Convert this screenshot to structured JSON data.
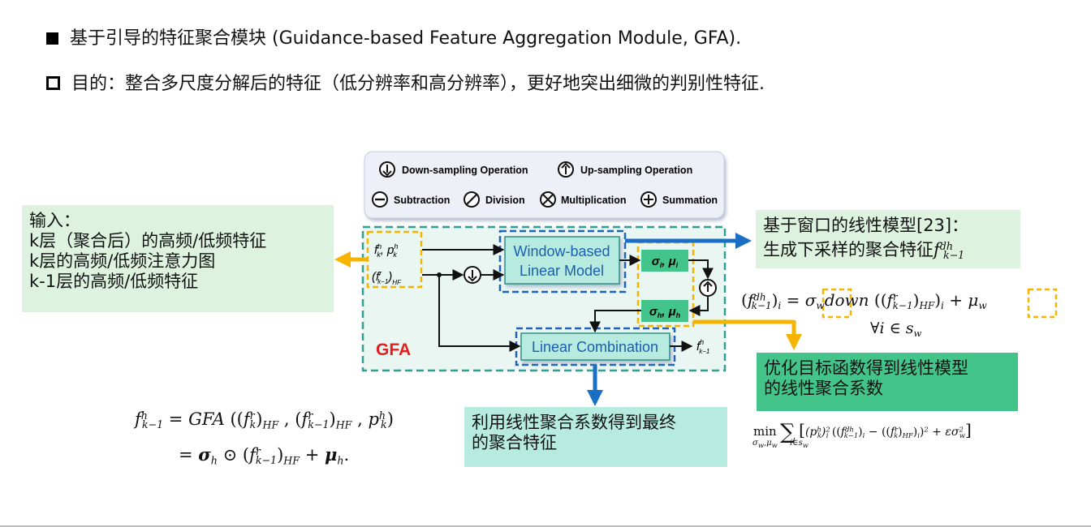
{
  "bullets": [
    {
      "text": "基于引导的特征聚合模块 (Guidance-based Feature Aggregation Module, GFA)."
    },
    {
      "text": "目的：整合多尺度分解后的特征（低分辨率和高分辨率），更好地突出细微的判别性特征."
    }
  ],
  "legend": {
    "down": "Down-sampling Operation",
    "up": "Up-sampling Operation",
    "sub": "Subtraction",
    "div": "Division",
    "mul": "Multiplication",
    "sum": "Summation"
  },
  "diagram": {
    "window_model": [
      "Window-based",
      "Linear Model"
    ],
    "linear_combination": "Linear Combination",
    "gfa": "GFA"
  },
  "notes": {
    "input": [
      "输入：",
      "k层（聚合后）的高频/低频特征",
      "k层的高频/低频注意力图",
      "k-1层的高频/低频特征"
    ],
    "window_model": [
      "基于窗口的线性模型[23]：",
      "生成下采样的聚合特征"
    ],
    "optimize": [
      "优化目标函数得到线性模型",
      "的线性聚合系数"
    ],
    "final": [
      "利用线性聚合系数得到最终",
      "的聚合特征"
    ]
  },
  "colors": {
    "teal_dash": "#2e9f94",
    "blue_dash": "#1f63b8",
    "orange": "#f4b400",
    "blue_arrow": "#1a6fc4",
    "green_box": "#43c48a",
    "light_green": "#ddf3e0",
    "light_teal": "#b7ebe0",
    "mint": "#8fe6c4"
  }
}
